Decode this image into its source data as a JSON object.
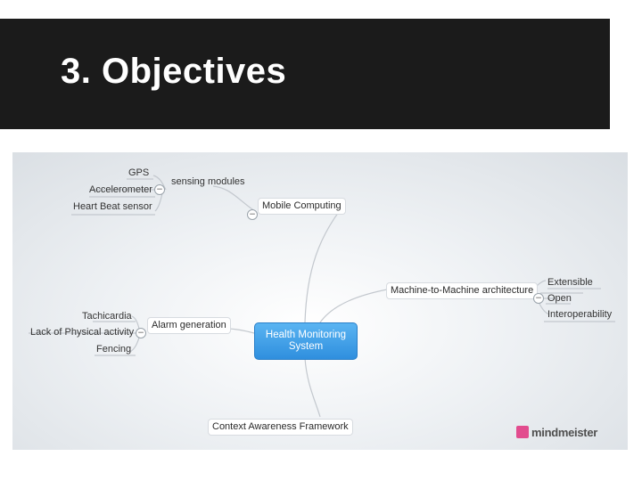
{
  "slide": {
    "title": "3. Objectives"
  },
  "mindmap": {
    "root": {
      "line1": "Health Monitoring",
      "line2": "System",
      "color": "#3a9be6"
    },
    "branches": {
      "mobile_computing": {
        "label": "Mobile Computing",
        "sub": "sensing modules",
        "leaves": [
          "GPS",
          "Accelerometer",
          "Heart Beat sensor"
        ]
      },
      "m2m": {
        "label": "Machine-to-Machine architecture",
        "leaves": [
          "Extensible",
          "Open",
          "Interoperability"
        ]
      },
      "alarm": {
        "label": "Alarm generation",
        "leaves": [
          "Tachicardia",
          "Lack of Physical activity",
          "Fencing"
        ]
      },
      "context": {
        "label": "Context Awareness Framework"
      }
    },
    "toggle_symbol": "−",
    "logo": {
      "text": "mindmeister",
      "color": "#e24c8e"
    }
  }
}
